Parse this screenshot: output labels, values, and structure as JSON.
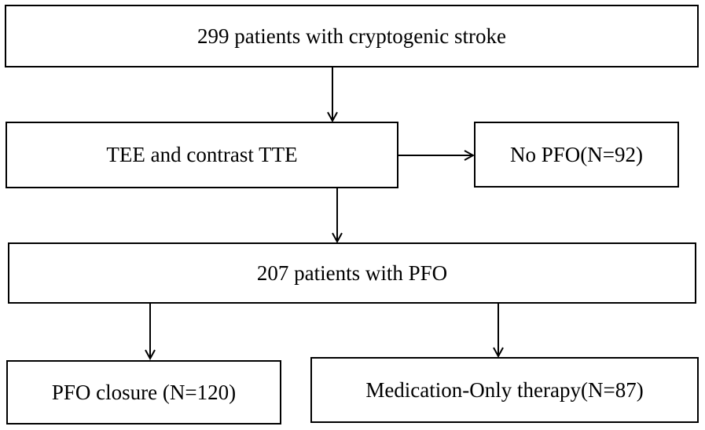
{
  "nodes": {
    "enrolled": "299 patients with cryptogenic stroke",
    "screening": "TEE and contrast TTE",
    "no_pfo": "No PFO(N=92)",
    "with_pfo": "207 patients with PFO",
    "closure": "PFO closure (N=120)",
    "medication": "Medication-Only therapy(N=87)"
  }
}
